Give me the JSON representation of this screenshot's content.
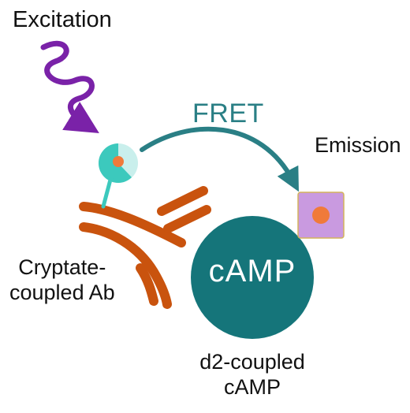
{
  "labels": {
    "excitation": "Excitation",
    "fret": "FRET",
    "emission": "Emission",
    "cryptate_line1": "Cryptate-",
    "cryptate_line2": "coupled Ab",
    "d2_line1": "d2-coupled",
    "d2_line2": "cAMP",
    "camp": "cAMP"
  },
  "colors": {
    "excitation_arrow": "#7a22a8",
    "fret_arrow": "#2a7f85",
    "antibody": "#c9530e",
    "camp_circle": "#15757a",
    "cryptate_donor": "#3cc9bd",
    "cryptate_halo": "#c9efec",
    "acceptor_square": "#c99ae0",
    "core_dot": "#f07a3a"
  },
  "icons": {
    "excitation": "wavy-arrow-icon",
    "fret": "curved-arrow-icon",
    "cryptate": "fluorophore-icon",
    "acceptor": "acceptor-square-icon",
    "antibody": "antibody-icon"
  }
}
